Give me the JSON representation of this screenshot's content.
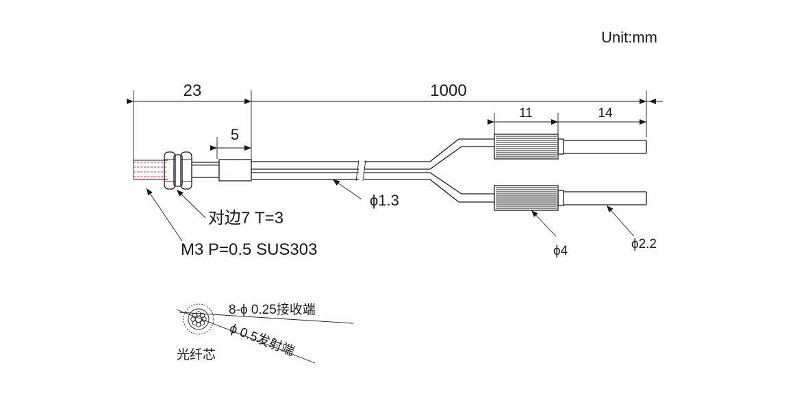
{
  "unit_label": "Unit:mm",
  "dimensions": {
    "head_length": "23",
    "cable_length": "1000",
    "sleeve_length": "5",
    "ferrule_length": "11",
    "tip_length": "14"
  },
  "callouts": {
    "cable_diameter": "ϕ1.3",
    "ferrule_diameter": "ϕ4",
    "tip_diameter": "ϕ2.2",
    "nut_spec": "对边7 T=3",
    "thread_spec": "M3 P=0.5 SUS303"
  },
  "cross_section": {
    "receiver_label": "8-ϕ 0.25接收端",
    "emitter_label": "ϕ 0.5发射端",
    "core_label": "光纤芯"
  }
}
